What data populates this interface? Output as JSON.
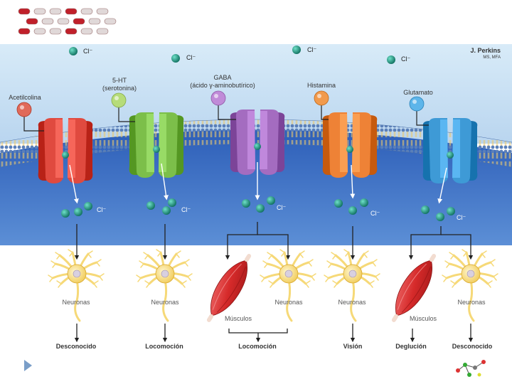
{
  "credit": {
    "name": "J. Perkins",
    "degree": "MS, MFA"
  },
  "ion_label": "Cl⁻",
  "receptors": [
    {
      "name": "Acetilcolina",
      "sub": "",
      "color": "#e04a3f",
      "ligand": "#e06a5a"
    },
    {
      "name": "5-HT",
      "sub": "(serotonina)",
      "color": "#7cbf4a",
      "ligand": "#b6dc7a"
    },
    {
      "name": "GABA",
      "sub": "(ácido γ-aminobutírico)",
      "color": "#a46cc0",
      "ligand": "#c08bd8"
    },
    {
      "name": "Histamina",
      "sub": "",
      "color": "#ee8236",
      "ligand": "#f19a4c"
    },
    {
      "name": "Glutamato",
      "sub": "",
      "color": "#3e9ad6",
      "ligand": "#5db5ea"
    }
  ],
  "cells": {
    "neuron": "Neuronas",
    "muscle": "Músculos"
  },
  "functions": [
    "Desconocido",
    "Locomoción",
    "Locomoción",
    "Visión",
    "Deglución",
    "Desconocido"
  ],
  "colors": {
    "outside": "#cde3f5",
    "inside": "#3d6fc5",
    "ion": "#1a8a78",
    "neuron": "#f6d978"
  }
}
